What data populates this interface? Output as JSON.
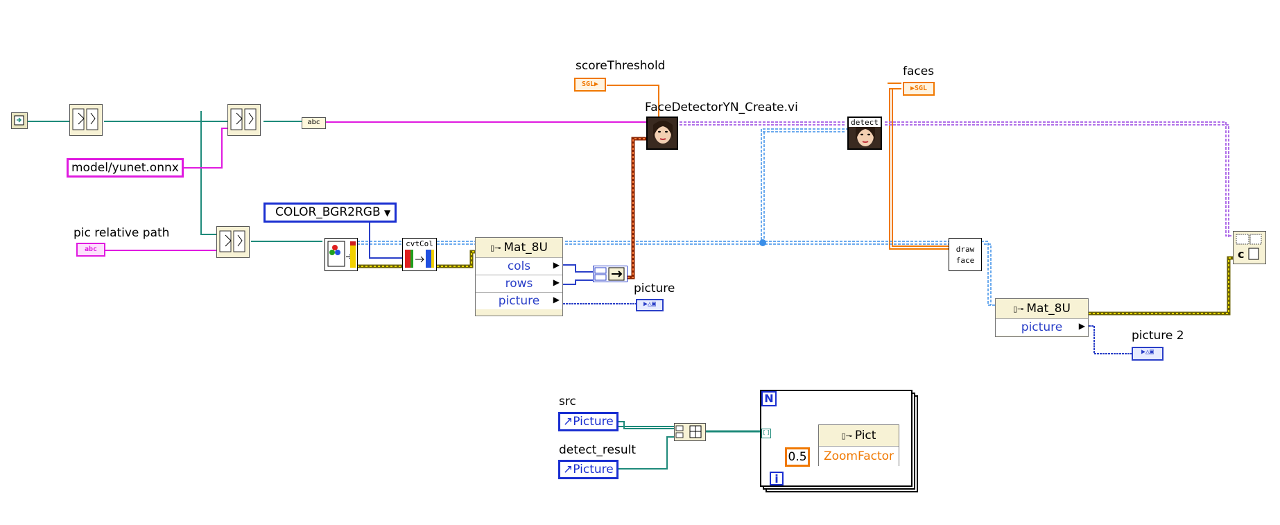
{
  "labels": {
    "score_threshold": "scoreThreshold",
    "faces": "faces",
    "face_detector_create": "FaceDetectorYN_Create.vi",
    "pic_relative_path": "pic relative path",
    "picture": "picture",
    "picture2": "picture 2",
    "src": "src",
    "detect_result": "detect_result"
  },
  "constants": {
    "model_path": "model/yunet.onnx",
    "color_code": "COLOR_BGR2RGB",
    "zoom": "0.5"
  },
  "terminals": {
    "sgl": "SGL",
    "sgl_array": "SGL",
    "abc": "abc"
  },
  "nodes": {
    "cvtcolor": "cvtCol",
    "detect": "detect",
    "draw_face": [
      "draw",
      "face"
    ]
  },
  "unbundle_main": {
    "header": "Mat_8U",
    "items": [
      "cols",
      "rows",
      "picture"
    ]
  },
  "unbundle_right": {
    "header": "Mat_8U",
    "items": [
      "picture"
    ]
  },
  "picture_refs": {
    "src": "Picture",
    "detect_result": "Picture"
  },
  "property_node": {
    "header": "Pict",
    "property": "ZoomFactor"
  },
  "loop": {
    "n": "N",
    "i": "i"
  },
  "colors": {
    "string_wire": "#e01ae0",
    "path_wire": "#1e8a7a",
    "orange_wire": "#f07800",
    "blue_wire": "#3a8ee8",
    "cluster_wire": "#b06ee8",
    "mat_wire": "#6a6000"
  }
}
